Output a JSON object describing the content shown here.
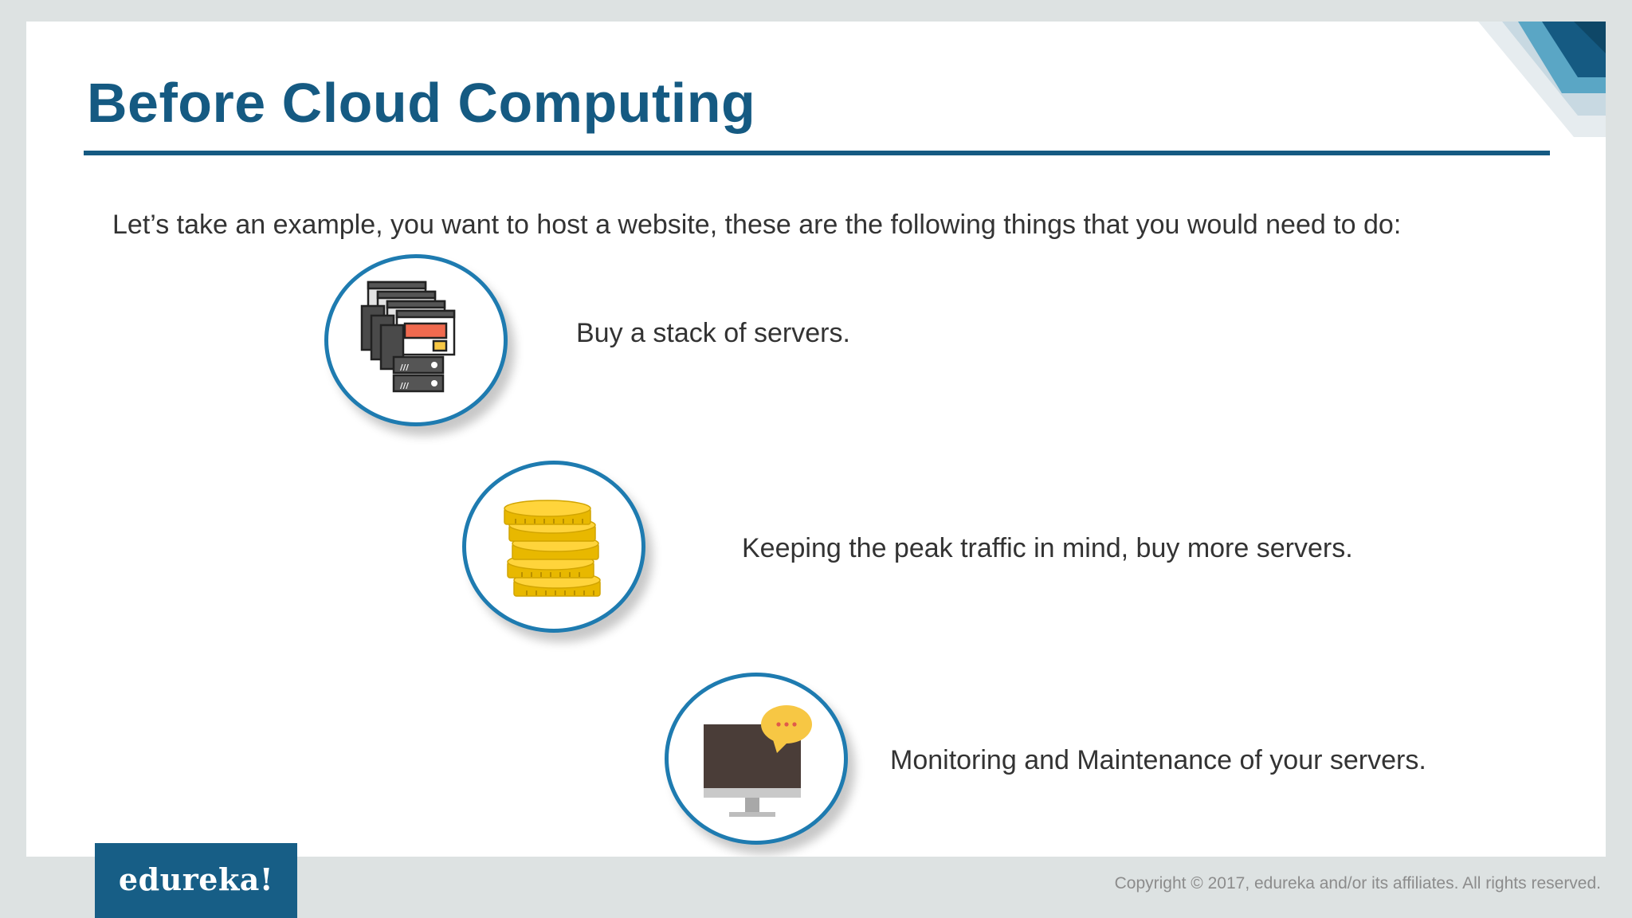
{
  "slide": {
    "title": "Before Cloud Computing",
    "intro": "Let’s take an example, you want to host a website, these are the following things that you would need to do:",
    "steps": [
      {
        "text": "Buy a stack of servers.",
        "icon": "server-stack-icon"
      },
      {
        "text": "Keeping the peak traffic in mind, buy more servers.",
        "icon": "coins-stack-icon"
      },
      {
        "text": "Monitoring and Maintenance of your servers.",
        "icon": "monitor-chat-icon"
      }
    ]
  },
  "footer": {
    "logo": "edureka!",
    "copyright": "Copyright © 2017, edureka and/or its affiliates. All rights reserved."
  },
  "colors": {
    "title": "#155a82",
    "accent": "#1e7bb0",
    "logo_bg": "#175e86",
    "text": "#333333"
  }
}
